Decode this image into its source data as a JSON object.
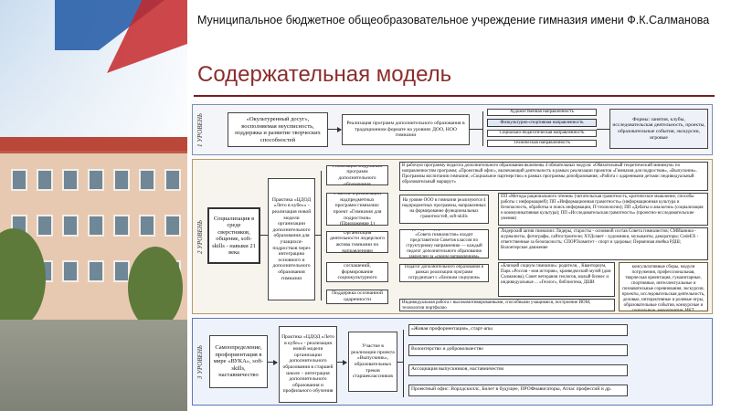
{
  "header": {
    "institution": "Муниципальное бюджетное общеобразовательное учреждение гимназия имени Ф.К.Салманова",
    "title": "Содержательная модель"
  },
  "scheme": {
    "level1": {
      "label": "1 УРОВЕНЬ",
      "source": "«Окультуренный досуг», восполняемая неусписность, поддержка и развитие творческих способностей",
      "program": "Реализация программ дополнительного образования в традиционном формате на уровнях ДОО, НОО гимназии",
      "directions": [
        "Художественная направленность",
        "Физкультурно-спортивная направленность",
        "Социально-педагогическая направленность",
        "Техническая направленность"
      ],
      "forms": "Формы: занятия, клубы, исследовательская деятельность, проекты, образовательные события, экскурсии, игровые"
    },
    "level2": {
      "label": "2 УРОВЕНЬ",
      "goal": "Социализация в среде сверстников, общение, soft-skills - навыки 21 века",
      "practice": "Практика «ЦДОД «Лето в кубе»» - реализация новой модели организации дополнительного образования для учащихся-подростков через интеграцию основного и дополнительного образования гимназии",
      "modules": "Реализация модульных программ дополнительного образования",
      "modules_detail": "В рабочую программу педагога дополнительного образования включены 4 обязательных модуля: «Обязательный теоретический минимум» по направленностям программ; «Проектный офис», включающий деятельность в рамках реализации проектов «Гимназия для подростков», «Выпускник». Программы воспитания гимназии; «Социальное партнерство» в рамках программы допобразования; «Работа с одаренными детьми: индивидуальный образовательный маршрут»",
      "projects": "Участие в реализации надпредметных программ гимназии: проект «Гимназия для подростков» (Приложение 1)",
      "projects_detail": "На уровне ООО в гимназии реализуются 4 надпредметных программы, направленных на формирование функциональных грамотностей, soft-skills",
      "literacy": "ПП «Методы рационального чтения» (читательская грамотность, критическое мышление, способы работы с информацией); ПП «Информационная грамотность» (информационная культура и безопасность, обработка и поиск информации, IT-технологии); ПП «Дебаты и аналогии» (социализация и коммуникативная культура); ПП «Исследовательская грамотность» (проектно-исследовательские умения)",
      "leaders": "Организация деятельности лидерского актива гимназии по направлениям",
      "leaders_detail": "В структуре Лидерского актива гимназии «Совета гимназистов» входит представители Советов классов по структурному направлению — каждый педагог дополнительного образования закреплен за «своим направлением»",
      "leaders_list": "Лидерский актив гимназии: Лидеры, старосты - основной состав Совета гимназистов; СМИшники - журналисты, фотографы, сайтостроители; ХУДсовет - художники, музыканты, декораторы; CodeEX - ответственные за безопасность; СПОРТкомитет - спорт и здоровье; Первичная ячейка РДШ; Волонтерское движение",
      "partners": "Реализация партнерских соглашений, формирование социокультурного сообщества",
      "partners_detail": "Педагог дополнительного образования в рамках реализации программ сотрудничает с «близким социумом»",
      "partners_list": "«Близкий социум гимназии»: родители, , Кванториум, Парк «Россия - моя история», краеведческий музей (дом Салманова), Совет ветеранов геологов, малый бизнес и индивидуальные ... «Геолог», библиотека, ДШИ",
      "support": "Поддержка осознанной одаренности",
      "support_detail": "Индивидуальная работа с высокомотивированными, способными учащимися, построение ИОМ, технологии портфолио",
      "forms": "Формы: погружения, клубы, творческие объединения, литературная школа, консультативные сборы, модули погружения, профессиональная, творческая ориентация, гуманитарные, спортивные, интеллектуальные и познавательные соревнования, экскурсии, проекты, исследовательская деятельность, деловые, интерактивные и ролевые игры, образовательные события, конкурсные и социальные, мероприятия, ИКТ, дистанционные технологии, ..."
    },
    "level3": {
      "label": "3 УРОВЕНЬ",
      "goal": "Самоопределение, профориентация в мире «ВУКА», soft-skills, наставничество",
      "practice": "Практика «ЦДОД «Лето в кубе»» - реализация новой модели организации дополнительного образования в старшей школе – интеграция дополнительного образования и профильного обучения",
      "project": "Участие в реализации проекта «Выпускник», образовательных треков старшеклассников",
      "items": [
        "«Живая профориентация», старт-апы",
        "Волонтерство и добровольчество",
        "Ассоциация выпускников, наставничество",
        "Проектный офис: Ворлдскиллс, Билет в будущее, ПРОФнавигаторы, Атлас профессий и др."
      ]
    }
  }
}
